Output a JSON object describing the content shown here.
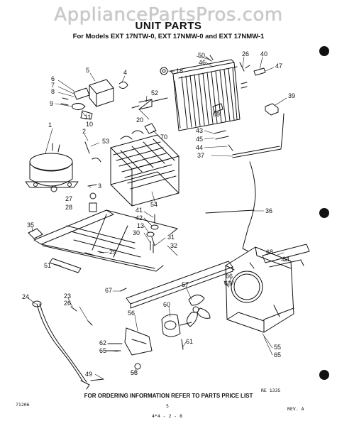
{
  "watermark": "AppliancePartsPros.com",
  "title": "UNIT PARTS",
  "subtitle": "For Models EXT 17NTW-0, EXT 17NMW-0 and EXT 17NMW-1",
  "footer": "FOR ORDERING INFORMATION REFER TO PARTS PRICE LIST",
  "ref_code": "RE 1335",
  "left_code": "71206",
  "page_num": "5",
  "bottom_code": "4*4 - 2 - 8",
  "rev": "REV. A",
  "callouts": {
    "c1": "1",
    "c2": "2",
    "c3": "3",
    "c4": "4",
    "c5": "5",
    "c6": "6",
    "c7": "7",
    "c8": "8",
    "c9": "9",
    "c10": "10",
    "c11": "11",
    "c13": "13",
    "c18": "18",
    "c20": "20",
    "c23": "23",
    "c24": "24",
    "c26a": "26",
    "c26b": "26",
    "c27": "27",
    "c28": "28",
    "c29": "29",
    "c30": "30",
    "c31": "31",
    "c32": "32",
    "c35": "35",
    "c36": "36",
    "c37": "37",
    "c39": "39",
    "c40": "40",
    "c41": "41",
    "c42": "42",
    "c43": "43",
    "c44": "44",
    "c45": "45",
    "c46": "46",
    "c47": "47",
    "c49": "49",
    "c50": "50",
    "c51": "51",
    "c52": "52",
    "c53": "53",
    "c54": "54",
    "c55": "55",
    "c56": "56",
    "c57": "57",
    "c58": "58",
    "c60": "60",
    "c61": "61",
    "c62": "62",
    "c63": "63",
    "c64": "64",
    "c65a": "65",
    "c65b": "65",
    "c66": "66",
    "c67": "67",
    "c68": "68",
    "c69": "69",
    "c70": "70"
  },
  "colors": {
    "ink": "#111111",
    "watermark": "#c9c9c9",
    "background": "#ffffff"
  }
}
